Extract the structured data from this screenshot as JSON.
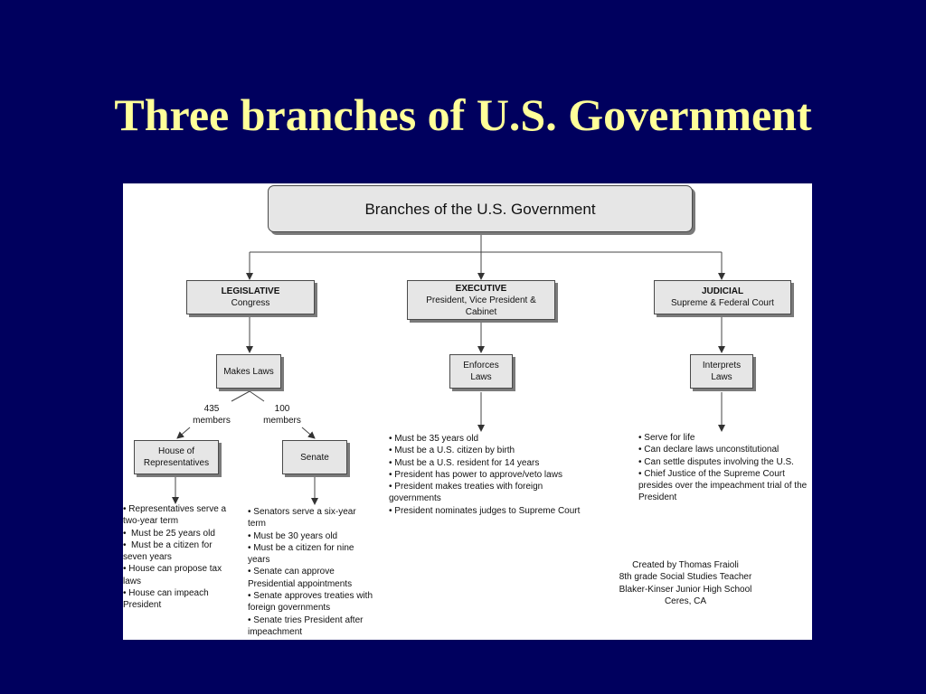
{
  "slide_title": "Three branches of U.S. Government",
  "diagram": {
    "main_title": "Branches of the U.S. Government",
    "legislative": {
      "heading": "LEGISLATIVE",
      "subtitle": "Congress",
      "function": "Makes Laws",
      "house_count": "435\nmembers",
      "senate_count": "100\nmembers",
      "house": {
        "title": "House of\nRepresentatives",
        "bullets": [
          "Representatives serve a two-year term",
          " Must be 25 years old",
          " Must be a citizen for seven years",
          "House can propose tax laws",
          "House can impeach President"
        ]
      },
      "senate": {
        "title": "Senate",
        "bullets": [
          "Senators serve a six-year term",
          "Must be 30 years old",
          "Must be a citizen for nine years",
          "Senate can approve Presidential appointments",
          "Senate approves treaties with foreign governments",
          "Senate tries President after impeachment"
        ]
      }
    },
    "executive": {
      "heading": "EXECUTIVE",
      "subtitle": "President, Vice President &\nCabinet",
      "function": "Enforces\nLaws",
      "bullets": [
        "Must be 35 years old",
        "Must be a U.S. citizen by birth",
        "Must be a U.S. resident for 14 years",
        "President has power to approve/veto laws",
        "President makes treaties with foreign governments",
        "President nominates judges to Supreme Court"
      ]
    },
    "judicial": {
      "heading": "JUDICIAL",
      "subtitle": "Supreme & Federal Court",
      "function": "Interprets\nLaws",
      "bullets": [
        "Serve for life",
        "Can declare laws unconstitutional",
        "Can settle disputes involving the U.S.",
        "Chief Justice of the Supreme Court presides over the impeachment trial of the President"
      ]
    },
    "credit": [
      "Created by Thomas Fraioli",
      "8th grade Social Studies Teacher",
      "Blaker-Kinser Junior High School",
      "Ceres, CA"
    ]
  }
}
